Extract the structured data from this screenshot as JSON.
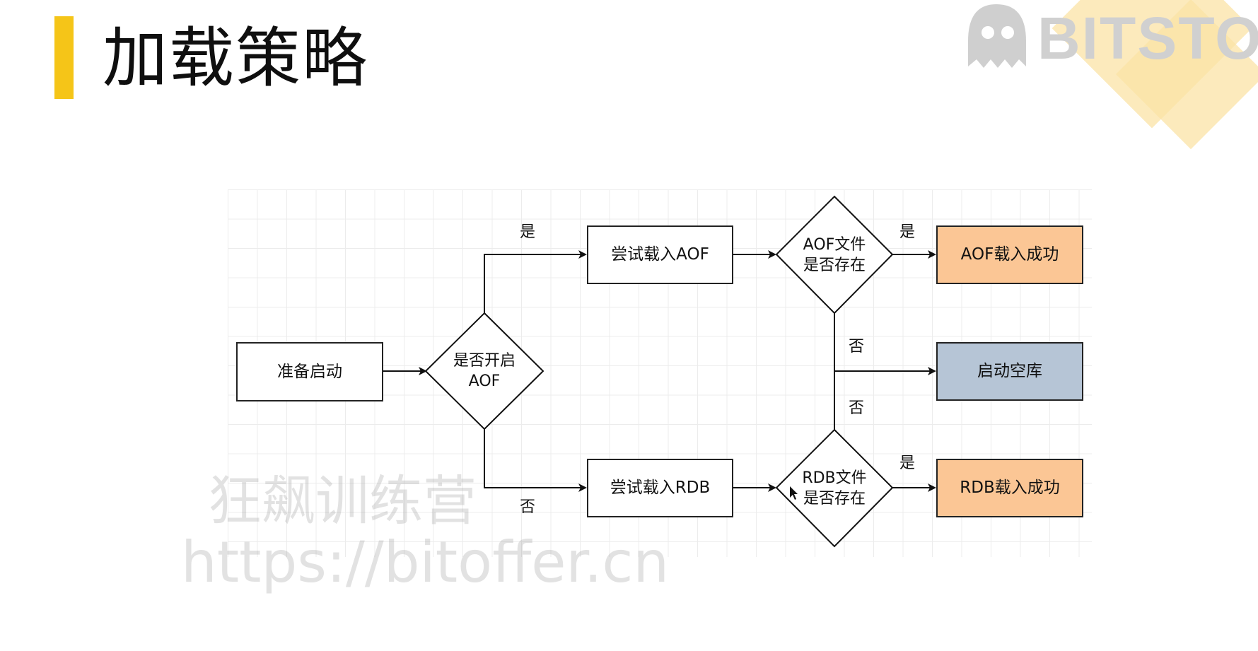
{
  "slide": {
    "title": "加载策略",
    "brand": "BITSTO"
  },
  "diagram": {
    "nodes": {
      "prepare_start": "准备启动",
      "aof_enabled": "是否开启\nAOF",
      "try_load_aof": "尝试载入AOF",
      "aof_file_exists": "AOF文件\n是否存在",
      "aof_load_success": "AOF载入成功",
      "start_empty_db": "启动空库",
      "try_load_rdb": "尝试载入RDB",
      "rdb_file_exists": "RDB文件\n是否存在",
      "rdb_load_success": "RDB载入成功"
    },
    "labels": {
      "aof_yes": "是",
      "aof_no": "否",
      "aof_file_yes": "是",
      "aof_file_no": "否",
      "rdb_file_no": "否",
      "rdb_file_yes": "是"
    },
    "colors": {
      "success_fill": "#fbc695",
      "empty_db_fill": "#b6c5d6",
      "accent_bar": "#f5c518"
    }
  },
  "watermark": {
    "line1": "狂飙训练营",
    "line2": "https://bitoffer.cn"
  }
}
